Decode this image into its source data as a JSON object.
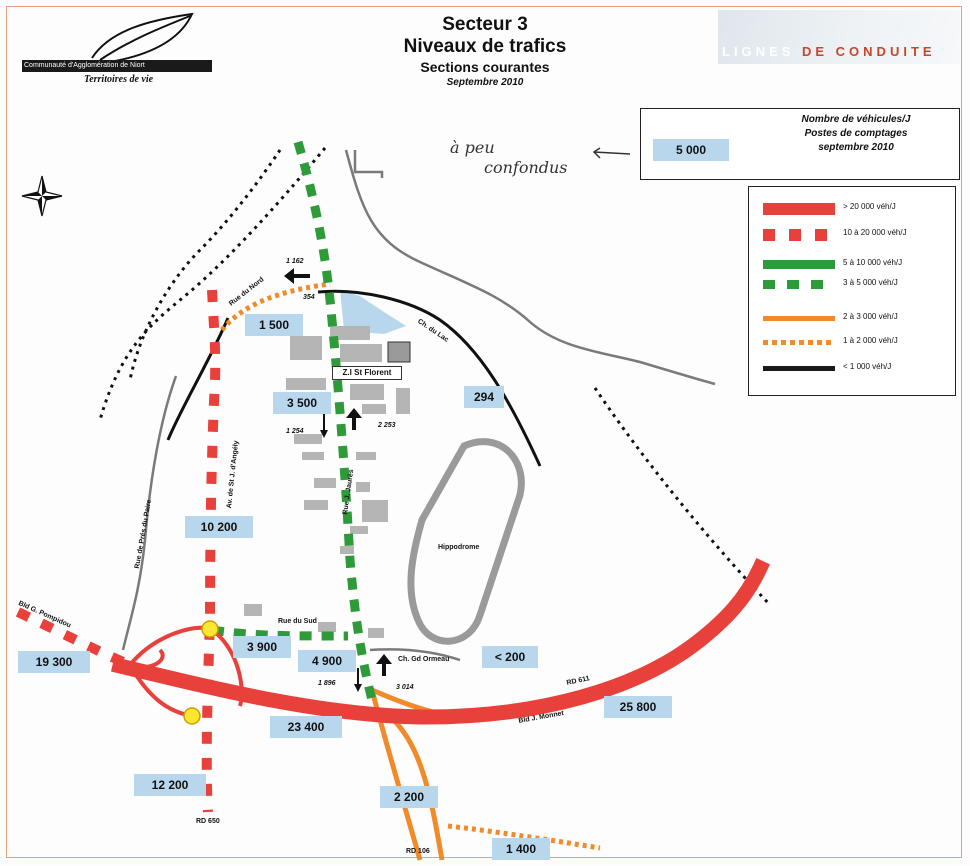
{
  "title": {
    "line1": "Secteur 3",
    "line2": "Niveaux de trafics",
    "line3": "Sections courantes",
    "line4": "Septembre 2010"
  },
  "logos": {
    "left_band": "Communauté d'Agglomération de Niort",
    "left_sub": "Territoires de vie",
    "right_text1": "LIGNES",
    "right_text2": "DE CONDUITE"
  },
  "info_box": {
    "sample_value": "5 000",
    "line1": "Nombre de véhicules/J",
    "line2": "Postes de comptages",
    "line3": "septembre 2010"
  },
  "handwritten_note": {
    "line1": "à peu",
    "line2": "confondus"
  },
  "legend": {
    "items": [
      {
        "label": "> 20 000 véh/J",
        "color": "#e8413c",
        "style": "solid",
        "width": 12
      },
      {
        "label": "10 à 20 000 véh/J",
        "color": "#e8413c",
        "style": "dashed",
        "width": 12
      },
      {
        "label": "5 à 10 000 véh/J",
        "color": "#2e9a3a",
        "style": "solid",
        "width": 9
      },
      {
        "label": "3 à 5 000 véh/J",
        "color": "#2e9a3a",
        "style": "dashed",
        "width": 9
      },
      {
        "label": "2 à 3 000 véh/J",
        "color": "#f08a2a",
        "style": "solid",
        "width": 5
      },
      {
        "label": "1 à 2 000 véh/J",
        "color": "#f08a2a",
        "style": "dotted",
        "width": 5
      },
      {
        "label": "< 1 000 véh/J",
        "color": "#1a1a1a",
        "style": "solid",
        "width": 5
      }
    ]
  },
  "counts": {
    "c1500": "1 500",
    "c3500": "3 500",
    "c294": "294",
    "c10200": "10 200",
    "c19300": "19 300",
    "c3900": "3 900",
    "c4900": "4 900",
    "c200": "< 200",
    "c23400": "23 400",
    "c25800": "25 800",
    "c12200": "12 200",
    "c2200": "2 200",
    "c1400": "1 400"
  },
  "directional_counts": {
    "d1162": "1 162",
    "d354": "354",
    "d1254": "1 254",
    "d2253": "2 253",
    "d1896": "1 896",
    "d3014": "3 014"
  },
  "street_labels": {
    "rue_du_nord": "Rue du Nord",
    "ch_du_lac": "Ch. du Lac",
    "zi_st_florent": "Z.I St Florent",
    "av_st_jean": "Av. de St J. d'Angély",
    "rue_pres_du_paire": "Rue de Prés du Paire",
    "rue_j_jaures": "Rue J. Jaurès",
    "hippodrome": "Hippodrome",
    "rue_du_sud": "Rue du Sud",
    "bld_pompidou": "Bld G. Pompidou",
    "ch_gd_ormeau": "Ch. Gd Ormeau",
    "rd611": "RD 611",
    "bld_monnet": "Bld J. Monnet",
    "rd650": "RD 650",
    "rd106": "RD 106"
  },
  "colors": {
    "red": "#e8413c",
    "green": "#2e9a3a",
    "orange": "#f08a2a",
    "black": "#1a1a1a",
    "count_box": "#b9d7ec",
    "water": "#b9d7ec",
    "junction": "#ffe633"
  }
}
